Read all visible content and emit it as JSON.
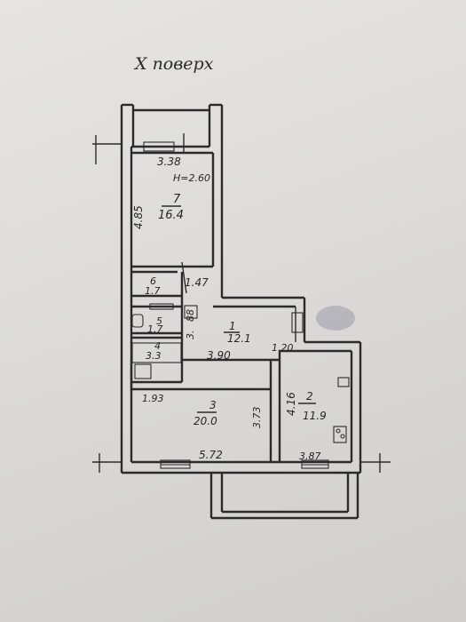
{
  "title": "X поверх",
  "rooms": [
    {
      "number": "7",
      "area": "16.4"
    },
    {
      "number": "6",
      "area": "1.7"
    },
    {
      "number": "5",
      "area": "1.7"
    },
    {
      "number": "4",
      "area": "3.3"
    },
    {
      "number": "1",
      "area": "12.1"
    },
    {
      "number": "3",
      "area": "20.0"
    },
    {
      "number": "2",
      "area": "11.9"
    }
  ],
  "dimensions": {
    "room7_width": "3.38",
    "ceiling_height": "H=2.60",
    "room7_length": "4.85",
    "corridor_a": "1.47",
    "corridor_b": "3.",
    "corridor_c": "88",
    "hall_width": "3.90",
    "door_width": "1.20",
    "room3_left": "1.93",
    "room3_depth": "3.73",
    "room3_width": "5.72",
    "room2_length": "4.16",
    "room2_width": "3.87"
  },
  "colors": {
    "ink": "#2b2b2e",
    "paper": "#e2e1df"
  }
}
